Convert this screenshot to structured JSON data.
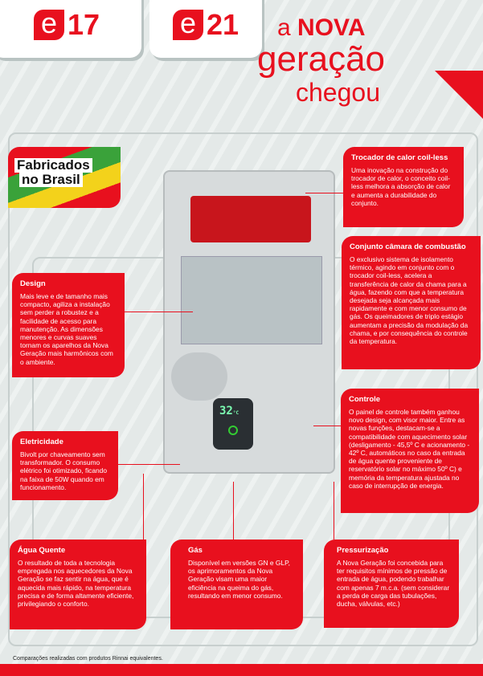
{
  "header": {
    "models": [
      {
        "letter": "e",
        "number": "17"
      },
      {
        "letter": "e",
        "number": "21"
      }
    ],
    "slogan": {
      "line1_a": "a",
      "line1_b": "NOVA",
      "line2": "geração",
      "line3": "chegou"
    }
  },
  "badge": {
    "line1": "Fabricados",
    "line2": "no Brasil"
  },
  "callouts": {
    "trocador": {
      "title": "Trocador de calor coil-less",
      "text": "Uma inovação na construção do trocador de calor, o conceito coil-less melhora a absorção de calor e aumenta a durabilidade do conjunto."
    },
    "conjunto": {
      "title": "Conjunto câmara de combustão",
      "text": "O exclusivo sistema de isolamento térmico, agindo em conjunto com o trocador coil-less, acelera a transferência de calor da chama para a água, fazendo com que a temperatura desejada seja alcançada mais rapidamente e com menor consumo de gás. Os queimadores de triplo estágio aumentam a precisão da modulação da chama, e por consequência do controle da temperatura."
    },
    "design": {
      "title": "Design",
      "text": "Mais leve e de tamanho mais compacto, agiliza a instalação sem perder a robustez e a facilidade de acesso para manutenção. As dimensões menores e curvas suaves tornam os aparelhos da Nova Geração mais harmônicos com o ambiente."
    },
    "controle": {
      "title": "Controle",
      "text": "O painel de controle também ganhou novo design, com visor maior. Entre as novas funções, destacam-se a compatibilidade com aquecimento solar (desligamento - 45,5º C e acionamento - 42º C, automáticos no caso da entrada de água quente proveniente de reservatório solar no máximo 50º C) e memória da temperatura ajustada no caso de interrupção de energia."
    },
    "eletricidade": {
      "title": "Eletricidade",
      "text": "Bivolt por chaveamento sem transformador. O consumo elétrico foi otimizado, ficando na faixa de 50W quando em funcionamento."
    },
    "agua": {
      "title": "Água Quente",
      "text": "O resultado de toda a tecnologia empregada nos aquecedores da Nova Geração se faz sentir na água, que é aquecida mais rápido, na temperatura precisa e de forma altamente eficiente, privilegiando o conforto."
    },
    "gas": {
      "title": "Gás",
      "text": "Disponível em versões GN e GLP, os aprimoramentos da Nova Geração visam uma maior eficiência na queima do gás, resultando em menor consumo."
    },
    "pressurizacao": {
      "title": "Pressurização",
      "text": "A Nova Geração foi concebida para ter requisitos mínimos de pressão de entrada de água, podendo trabalhar com apenas 7 m.c.a. (sem considerar a perda de carga das tubulações, ducha, válvulas, etc.)"
    }
  },
  "display": {
    "temperature": "32",
    "unit": "°C"
  },
  "footer": {
    "note": "Comparações realizadas com produtos Rinnai equivalentes."
  },
  "colors": {
    "brand_red": "#e8101e"
  }
}
